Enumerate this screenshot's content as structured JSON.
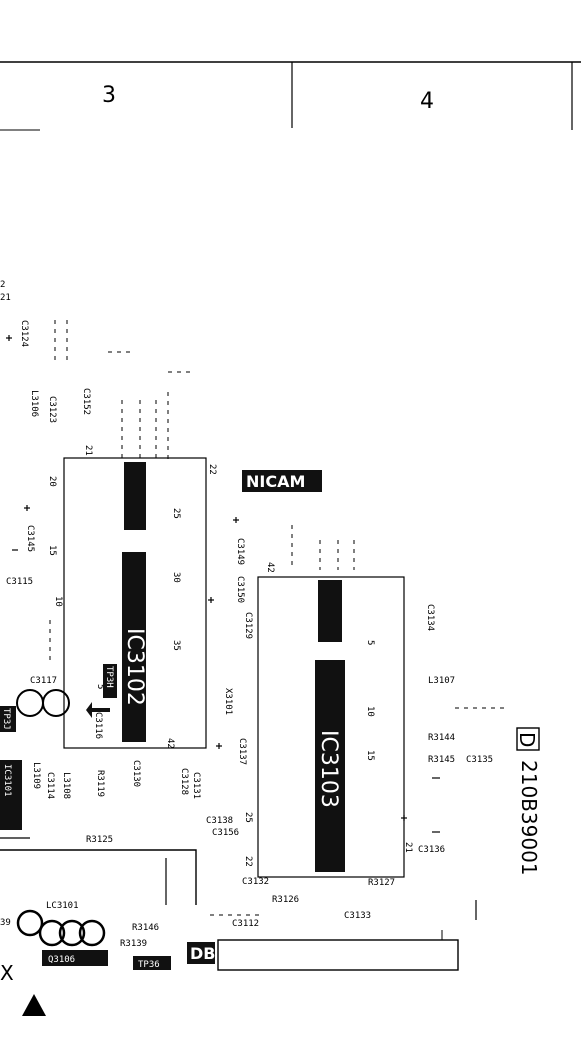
{
  "header": {
    "col3": "3",
    "col4": "4"
  },
  "badges": {
    "nicam": "NICAM",
    "db": "DB",
    "doc_code": "210B39001"
  },
  "ics": {
    "ic3102": "IC3102",
    "ic3103": "IC3103",
    "ic3101": "IC3101"
  },
  "transistors": {
    "q3106": "Q3106"
  },
  "test_points": {
    "tp3h": "TP3H",
    "tp36": "TP36",
    "tp3j": "TP3J"
  },
  "pins_ic3102": {
    "p20": "20",
    "p21": "21",
    "p22": "22",
    "p25": "25",
    "p15": "15",
    "p30": "30",
    "p10": "10",
    "p35": "35",
    "p5": "5",
    "p42": "42"
  },
  "pins_ic3103": {
    "p42": "42",
    "p5": "5",
    "p10": "10",
    "p15": "15",
    "p25": "25",
    "p22": "22",
    "p21": "21"
  },
  "left_edge": {
    "n2": "2",
    "n21": "21",
    "x": "X"
  },
  "components": {
    "c3124": "C3124",
    "l3106": "L3106",
    "c3152": "C3152",
    "c3123": "C3123",
    "c3145": "C3145",
    "c3115": "C3115",
    "c3117": "C3117",
    "c3116": "C3116",
    "c3114": "C3114",
    "l3108": "L3108",
    "r3119": "R3119",
    "c3130": "C3130",
    "c3128": "C3128",
    "c3131": "C3131",
    "r3125": "R3125",
    "lc3101": "LC3101",
    "r3146": "R3146",
    "r3139": "R3139",
    "c3149": "C3149",
    "c3150": "C3150",
    "c3129": "C3129",
    "x3101": "X3101",
    "c3137": "C3137",
    "c3138": "C3138",
    "c3156": "C3156",
    "c3132": "C3132",
    "r3126": "R3126",
    "c3112": "C3112",
    "c3133": "C3133",
    "r3127": "R3127",
    "c3134": "C3134",
    "l3107": "L3107",
    "r3144": "R3144",
    "r3145": "R3145",
    "c3135": "C3135",
    "c3136": "C3136",
    "l3109": "L3109",
    "c3139": "39"
  }
}
